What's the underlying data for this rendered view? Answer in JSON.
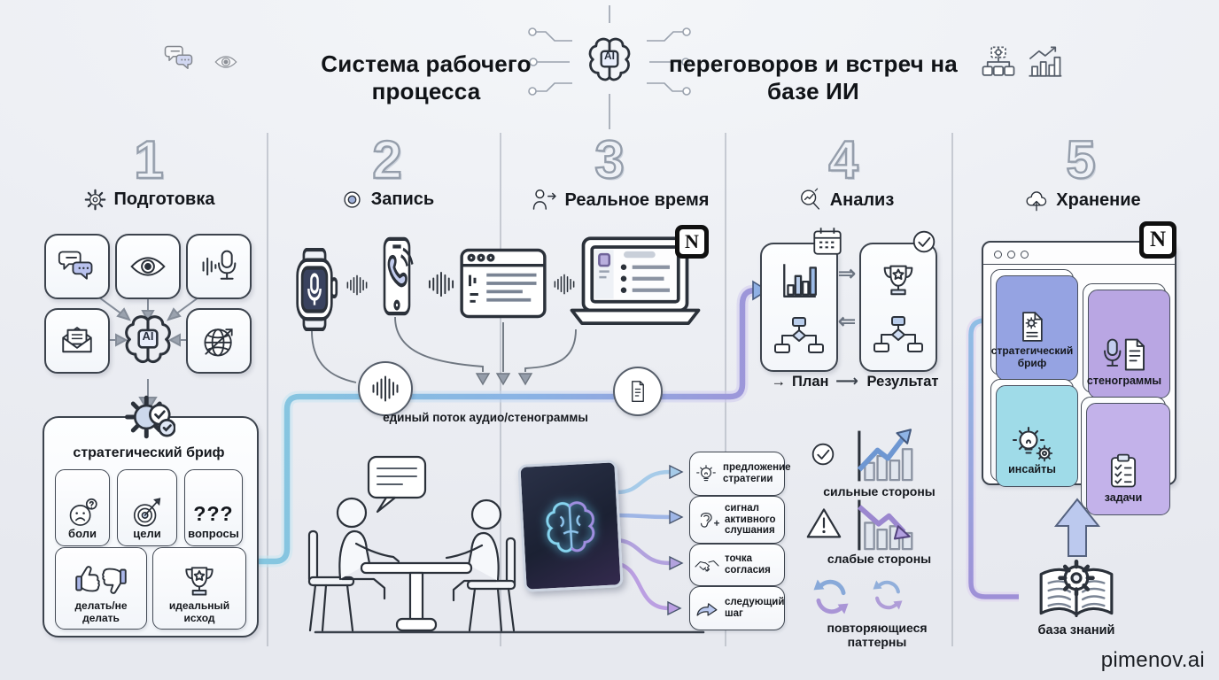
{
  "brand": "pimenov.ai",
  "header": {
    "title_left": "Система рабочего процесса",
    "title_right": "переговоров и встреч на базе ИИ",
    "ai_chip": "AI"
  },
  "columns": [
    {
      "number": "1",
      "label": "Подготовка"
    },
    {
      "number": "2",
      "label": "Запись"
    },
    {
      "number": "3",
      "label": "Реальное время"
    },
    {
      "number": "4",
      "label": "Анализ"
    },
    {
      "number": "5",
      "label": "Хранение"
    }
  ],
  "prep": {
    "ai_chip": "AI",
    "brief_title": "стратегический бриф",
    "questions_glyph": "???",
    "cells": [
      {
        "label": "боли"
      },
      {
        "label": "цели"
      },
      {
        "label": "вопросы"
      },
      {
        "label": "делать/не делать"
      },
      {
        "label": "идеальный исход"
      }
    ]
  },
  "record": {
    "stream_label": "единый поток аудио/стенограммы"
  },
  "realtime": {
    "callouts": [
      {
        "label": "предложение стратегии"
      },
      {
        "label": "сигнал активного слушания"
      },
      {
        "label": "точка согласия"
      },
      {
        "label": "следующий шаг"
      }
    ]
  },
  "analysis": {
    "plan_prefix": "→",
    "plan_label": "План",
    "between_arrow": "⟶",
    "result_label": "Результат",
    "dbl_right": "⇒",
    "dbl_left": "⇐",
    "items": [
      {
        "label": "сильные стороны"
      },
      {
        "label": "слабые стороны"
      },
      {
        "label": "повторяющиеся паттерны"
      }
    ]
  },
  "storage": {
    "notion_label": "N",
    "cards": [
      {
        "label": "стратегический бриф"
      },
      {
        "label": "стенограммы"
      },
      {
        "label": "инсайты"
      },
      {
        "label": "задачи"
      }
    ],
    "kb_label": "база знаний"
  },
  "accents": {
    "pipe_teal": "#86c8e0",
    "pipe_blue": "#8ab2e4",
    "pipe_purple": "#9f93d8",
    "notion_black": "#111111",
    "screen_navy": "#222a3e"
  }
}
